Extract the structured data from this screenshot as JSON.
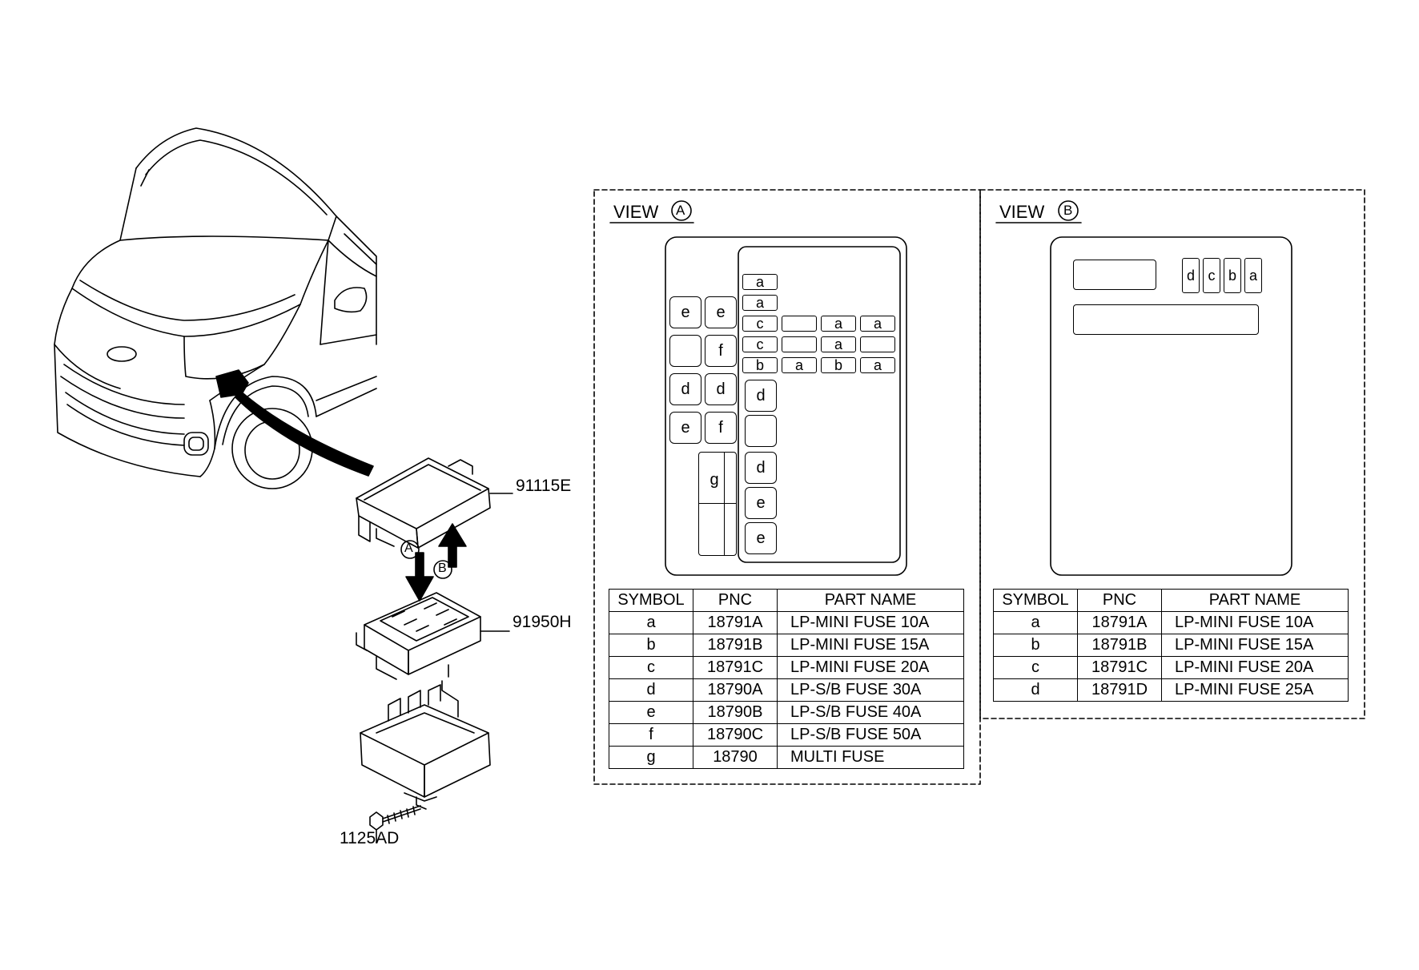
{
  "callouts": {
    "cover": "91115E",
    "fuse_box": "91950H",
    "bolt": "1125AD",
    "arrow_a": "A",
    "arrow_b": "B"
  },
  "view_a": {
    "title": "VIEW",
    "marker": "A",
    "fuses": [
      "e",
      "e",
      "f",
      "d",
      "d",
      "e",
      "f",
      "g",
      "a",
      "a",
      "c",
      "a",
      "a",
      "c",
      "a",
      "b",
      "a",
      "b",
      "a",
      "d",
      "d",
      "e",
      "e"
    ],
    "table": {
      "headers": [
        "SYMBOL",
        "PNC",
        "PART NAME"
      ],
      "rows": [
        [
          "a",
          "18791A",
          "LP-MINI FUSE 10A"
        ],
        [
          "b",
          "18791B",
          "LP-MINI FUSE 15A"
        ],
        [
          "c",
          "18791C",
          "LP-MINI FUSE 20A"
        ],
        [
          "d",
          "18790A",
          "LP-S/B FUSE 30A"
        ],
        [
          "e",
          "18790B",
          "LP-S/B FUSE 40A"
        ],
        [
          "f",
          "18790C",
          "LP-S/B FUSE 50A"
        ],
        [
          "g",
          "18790",
          "MULTI FUSE"
        ]
      ]
    }
  },
  "view_b": {
    "title": "VIEW",
    "marker": "B",
    "fuses": [
      "d",
      "c",
      "b",
      "a"
    ],
    "table": {
      "headers": [
        "SYMBOL",
        "PNC",
        "PART NAME"
      ],
      "rows": [
        [
          "a",
          "18791A",
          "LP-MINI FUSE 10A"
        ],
        [
          "b",
          "18791B",
          "LP-MINI FUSE 15A"
        ],
        [
          "c",
          "18791C",
          "LP-MINI FUSE 20A"
        ],
        [
          "d",
          "18791D",
          "LP-MINI FUSE 25A"
        ]
      ]
    }
  }
}
